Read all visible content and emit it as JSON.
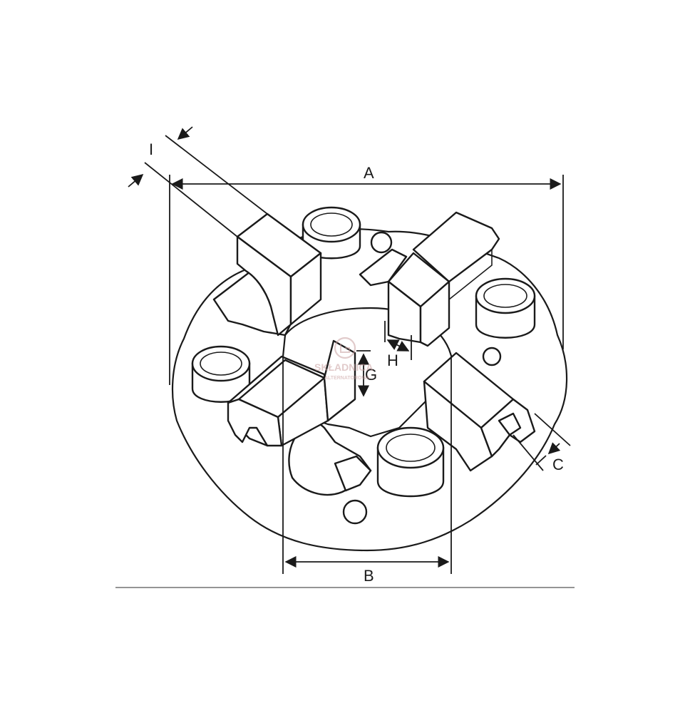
{
  "diagram": {
    "dimension_labels": {
      "a": "A",
      "b": "B",
      "c": "C",
      "g": "G",
      "h": "H",
      "i": "I"
    },
    "watermark": {
      "text": "SKŁADNICA",
      "subtext": "ALTERNATOROWA"
    }
  }
}
